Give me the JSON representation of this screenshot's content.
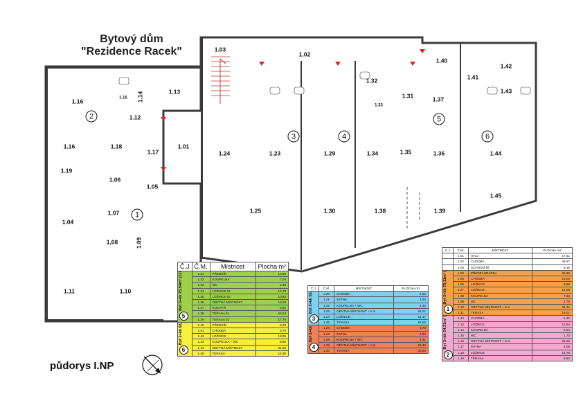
{
  "title_line1": "Bytový dům",
  "title_line2": "\"Rezidence Racek\"",
  "plan_label": "půdorys I.NP",
  "colors": {
    "pink": "#f3a9cf",
    "orange": "#f4a04a",
    "blue": "#7fd0ef",
    "red": "#f08055",
    "green": "#9ed04b",
    "yellow": "#f6ef3c",
    "common": "#ffffff",
    "wall": "#3a3a3a"
  },
  "rooms": [
    {
      "id": "1.16",
      "label": "1.16",
      "color": "pink"
    },
    {
      "id": "1.14",
      "label": "1.14",
      "color": "pink"
    },
    {
      "id": "1.15",
      "label": "1.15",
      "color": "pink"
    },
    {
      "id": "1.13",
      "label": "1.13",
      "color": "pink"
    },
    {
      "id": "1.12",
      "label": "1.12",
      "color": "pink"
    },
    {
      "id": "1.16b",
      "label": "1.16",
      "color": "pink"
    },
    {
      "id": "1.18",
      "label": "1.18",
      "color": "pink"
    },
    {
      "id": "1.17",
      "label": "1.17",
      "color": "pink"
    },
    {
      "id": "1.19",
      "label": "1.19",
      "color": "pink"
    },
    {
      "id": "1.06",
      "label": "1.06",
      "color": "orange"
    },
    {
      "id": "1.05",
      "label": "1.05",
      "color": "orange"
    },
    {
      "id": "1.04",
      "label": "1.04",
      "color": "orange"
    },
    {
      "id": "1.07",
      "label": "1.07",
      "color": "orange"
    },
    {
      "id": "1.08",
      "label": "1,08",
      "color": "orange"
    },
    {
      "id": "1.09",
      "label": "1.09",
      "color": "orange"
    },
    {
      "id": "1.11",
      "label": "1.11",
      "color": "orange"
    },
    {
      "id": "1.10",
      "label": "1.10",
      "color": "orange"
    },
    {
      "id": "1.01",
      "label": "1.01",
      "color": "common"
    },
    {
      "id": "1.02",
      "label": "1.02",
      "color": "common"
    },
    {
      "id": "1.03",
      "label": "1.03",
      "color": "common"
    },
    {
      "id": "1.24",
      "label": "1.24",
      "color": "blue"
    },
    {
      "id": "1.23",
      "label": "1.23",
      "color": "blue"
    },
    {
      "id": "1.25",
      "label": "1.25",
      "color": "blue"
    },
    {
      "id": "1.29",
      "label": "1.29",
      "color": "red"
    },
    {
      "id": "1.30",
      "label": "1.30",
      "color": "red"
    },
    {
      "id": "1.32",
      "label": "1.32",
      "color": "green"
    },
    {
      "id": "1.33",
      "label": "1.33",
      "color": "green"
    },
    {
      "id": "1.31",
      "label": "1.31",
      "color": "green"
    },
    {
      "id": "1.34",
      "label": "1.34",
      "color": "green"
    },
    {
      "id": "1.35",
      "label": "1.35",
      "color": "green"
    },
    {
      "id": "1.36",
      "label": "1.36",
      "color": "green"
    },
    {
      "id": "1.37",
      "label": "1.37",
      "color": "green"
    },
    {
      "id": "1.38",
      "label": "1.38",
      "color": "green"
    },
    {
      "id": "1.39",
      "label": "1.39",
      "color": "green"
    },
    {
      "id": "1.40",
      "label": "1.40",
      "color": "yellow"
    },
    {
      "id": "1.42",
      "label": "1.42",
      "color": "yellow"
    },
    {
      "id": "1.41",
      "label": "1.41",
      "color": "yellow"
    },
    {
      "id": "1.43",
      "label": "1.43",
      "color": "yellow"
    },
    {
      "id": "1.44",
      "label": "1.44",
      "color": "yellow"
    },
    {
      "id": "1.45",
      "label": "1.45",
      "color": "yellow"
    }
  ],
  "unit_markers": [
    "1",
    "2",
    "3",
    "4",
    "5",
    "6"
  ],
  "tables": {
    "green_yellow": {
      "headers": [
        "Č.J",
        "Č.M.",
        "Místnost",
        "Plocha m²"
      ],
      "units": [
        {
          "num": "5",
          "label": "Byt 3+kk 75,54m² (117,37m²)",
          "color": "green",
          "rows": [
            [
              "1.31",
              "PŘEDSÍŇ",
              "13,58"
            ],
            [
              "1.32",
              "KOUPELNA",
              "7,04"
            ],
            [
              "1.33",
              "WC",
              "2,30"
            ],
            [
              "1.34",
              "LOŽNICE 01",
              "14,78"
            ],
            [
              "1.35",
              "LOŽNICE 02",
              "10,89"
            ],
            [
              "1.36",
              "OBYTNÁ MÍSTNOST",
              "16,03"
            ],
            [
              "1.37",
              "KUCHYŇ",
              "9,02"
            ],
            [
              "1.38",
              "TERASA 01",
              "24,04"
            ],
            [
              "1.39",
              "TERASA 02",
              "17,79"
            ]
          ]
        },
        {
          "num": "6",
          "label": "Byt 2+kk 68,25m² (82,95m²)",
          "color": "yellow",
          "rows": [
            [
              "1.40",
              "PŘEDSÍŇ",
              "8,00"
            ],
            [
              "1.41",
              "CHODBA",
              "3,75"
            ],
            [
              "1.42",
              "LOŽNICE",
              "13,05"
            ],
            [
              "1.43",
              "KOUPELNA + WC",
              "6,80"
            ],
            [
              "1.44",
              "OBYTNÁ MÍSTNOST",
              "31,05"
            ],
            [
              "1.45",
              "TERASA",
              "14,30"
            ]
          ]
        }
      ]
    },
    "blue_red": {
      "headers": [
        "Č.J",
        "Č.M.",
        "MÍSTNOST",
        "PLOCHA m2"
      ],
      "units": [
        {
          "num": "3",
          "label": "Byt 2+kk 55,11m² (105,61m²)",
          "color": "blue",
          "rows": [
            [
              "1.20",
              "CHODBA",
              "6,86"
            ],
            [
              "1.21",
              "ŠATNA",
              "3,93"
            ],
            [
              "1.22",
              "KOUPELNA + WC",
              "4,30"
            ],
            [
              "1.23",
              "OBYTNÁ MÍSTNOST + K.K.",
              "24,21"
            ],
            [
              "1.24",
              "LOŽNICE",
              "14,17"
            ],
            [
              "1.25",
              "TERASA",
              "52,50"
            ]
          ]
        },
        {
          "num": "4",
          "label": "Byt 1+kk 38,44m² (69,34m²)",
          "color": "red",
          "rows": [
            [
              "1.26",
              "CHODBA",
              "6,79"
            ],
            [
              "1.27",
              "ŠATNA",
              "3,94"
            ],
            [
              "1.28",
              "KOUPELNA + WC",
              "4,31"
            ],
            [
              "1.29",
              "OBYTNÁ MÍSTNOST + K.K.",
              "23,40"
            ],
            [
              "1.30",
              "TERASA",
              "30,90"
            ]
          ]
        }
      ]
    },
    "common_orange_pink": {
      "headers": [
        "Č.J",
        "Č.M.",
        "MÍSTNOST",
        "PLOCHA m2"
      ],
      "common_rows": [
        [
          "1.01",
          "HALA",
          "17,41"
        ],
        [
          "1.02",
          "CHODBA",
          "45,97"
        ],
        [
          "1.03",
          "SCHODIŠTĚ",
          "9,18"
        ]
      ],
      "units": [
        {
          "num": "1",
          "label": "Byt 3+kk 75,11m² (117,8m²)",
          "color": "orange",
          "rows": [
            [
              "1.04",
              "PŘEDZAHRÁDKA",
              "26,69"
            ],
            [
              "1.05",
              "CHODBA",
              "13,00"
            ],
            [
              "1.06",
              "LOŽNICE",
              "9,69"
            ],
            [
              "1.07",
              "LOŽNICE",
              "12,08"
            ],
            [
              "1.08",
              "KOUPELNA",
              "7,43"
            ],
            [
              "1.09",
              "WC",
              "1,79"
            ],
            [
              "1.10",
              "OBYTNÁ MÍSTNOST + K.K.",
              "31,11"
            ],
            [
              "1.11",
              "TERASA",
              "16,01"
            ]
          ]
        },
        {
          "num": "2",
          "label": "Byt 3+kk 64,31m² (72,85m²)",
          "color": "pink",
          "rows": [
            [
              "1.12",
              "CHODBA",
              "5,32"
            ],
            [
              "1.13",
              "LOŽNICE",
              "12,54"
            ],
            [
              "1.14",
              "KOUPELNA",
              "5,64"
            ],
            [
              "1.15",
              "WC",
              "1,73"
            ],
            [
              "1.16",
              "OBYTNÁ MÍSTNOST + K.K.",
              "22,20"
            ],
            [
              "1.17",
              "ŠATNA",
              "4,09"
            ],
            [
              "1.18",
              "LOŽNICE",
              "12,78"
            ],
            [
              "1.19",
              "TERASA",
              "8,54"
            ]
          ]
        }
      ]
    }
  }
}
